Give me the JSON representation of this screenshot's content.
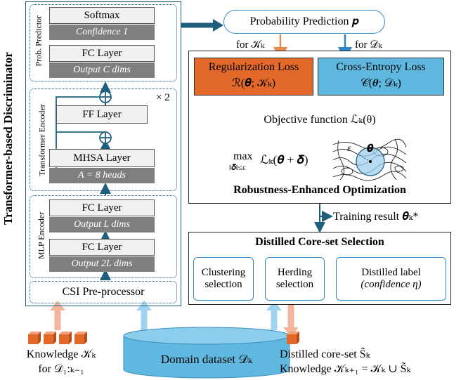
{
  "discriminator": {
    "title": "Transformer-based Discriminator",
    "predictor_label": "Prob. Predictor",
    "encoder_label": "Transformer Encoder",
    "mlp_label": "MLP Encoder",
    "softmax": "Softmax",
    "confidence": "Confidence 1",
    "fc1": "FC Layer",
    "output_c": "Output C dims",
    "ff_layer": "FF Layer",
    "times2": "× 2",
    "mhsa": "MHSA Layer",
    "heads": "A = 8 heads",
    "fc2": "FC Layer",
    "output_l": "Output L dims",
    "fc3": "FC Layer",
    "output_2l": "Output 2L dims",
    "csi": "CSI Pre-processor"
  },
  "prediction": {
    "label": "Probability Prediction 𝒑",
    "for_k": "for 𝒦ₖ",
    "for_d": "for 𝒟ₖ"
  },
  "losses": {
    "reg_title": "Regularization Loss",
    "reg_formula": "ℛ(𝜽; 𝒦ₖ)",
    "ce_title": "Cross-Entropy Loss",
    "ce_formula": "𝒞(𝜽; 𝒟ₖ)",
    "objective": "Objective function ℒₖ(θ)",
    "maxlabel": "max",
    "maxsub": "‖𝜹‖≤ε",
    "maxexpr": "ℒₖ(𝜽 + 𝜹)",
    "eps": "ε",
    "theta": "𝜽",
    "opt_title": "Robustness-Enhanced Optimization",
    "colors": {
      "reg": "#e2692a",
      "ce": "#5fb8e0"
    }
  },
  "training": {
    "label": "Training result 𝜽ₖ*"
  },
  "coreset": {
    "title": "Distilled Core-set Selection",
    "clustering": "Clustering selection",
    "herding": "Herding selection",
    "distilled_label": "Distilled label",
    "confidence_eta": "(confidence η)"
  },
  "bottom": {
    "knowledge": "Knowledge 𝒦ₖ",
    "for_range": "for 𝒟₁:ₖ₋₁",
    "domain": "Domain dataset 𝒟ₖ",
    "distilled_coreset": "Distilled core-set S̃ₖ",
    "knowledge_next": "Knowledge 𝒦ₖ₊₁ = 𝒦ₖ ∪ S̃ₖ"
  }
}
